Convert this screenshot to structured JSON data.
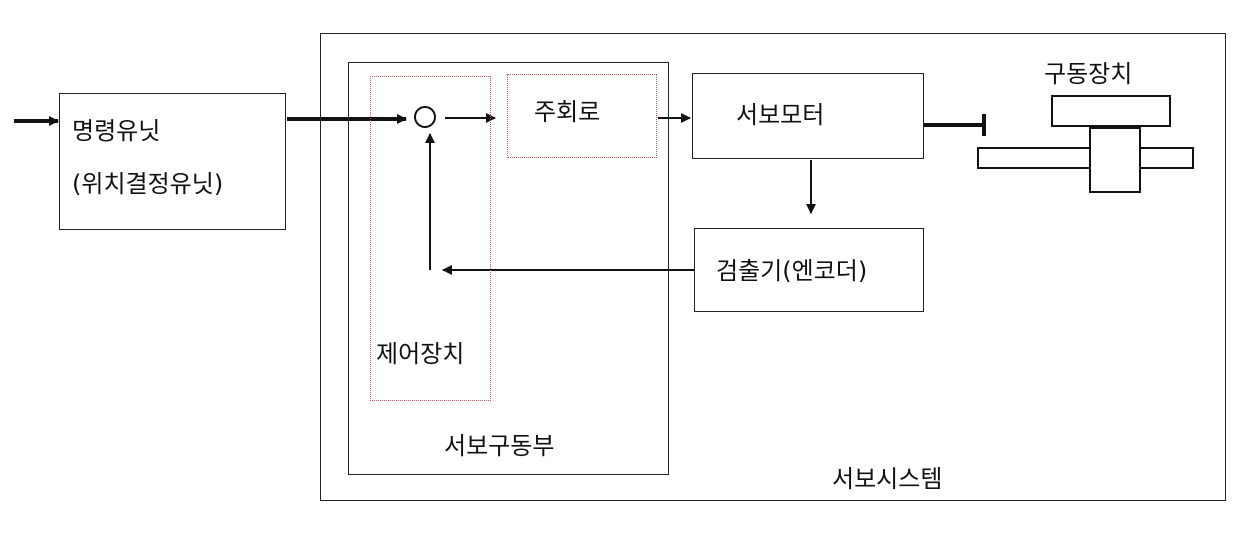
{
  "diagram": {
    "blocks": {
      "command_unit": {
        "line1": "명령유닛",
        "line2": "(위치결정유닛)"
      },
      "main_circuit": "주회로",
      "servo_motor": "서보모터",
      "detector": "검출기(엔코더)",
      "drive_device": "구동장치"
    },
    "groups": {
      "control_device": "제어장치",
      "servo_drive": "서보구동부",
      "servo_system": "서보시스템"
    }
  }
}
